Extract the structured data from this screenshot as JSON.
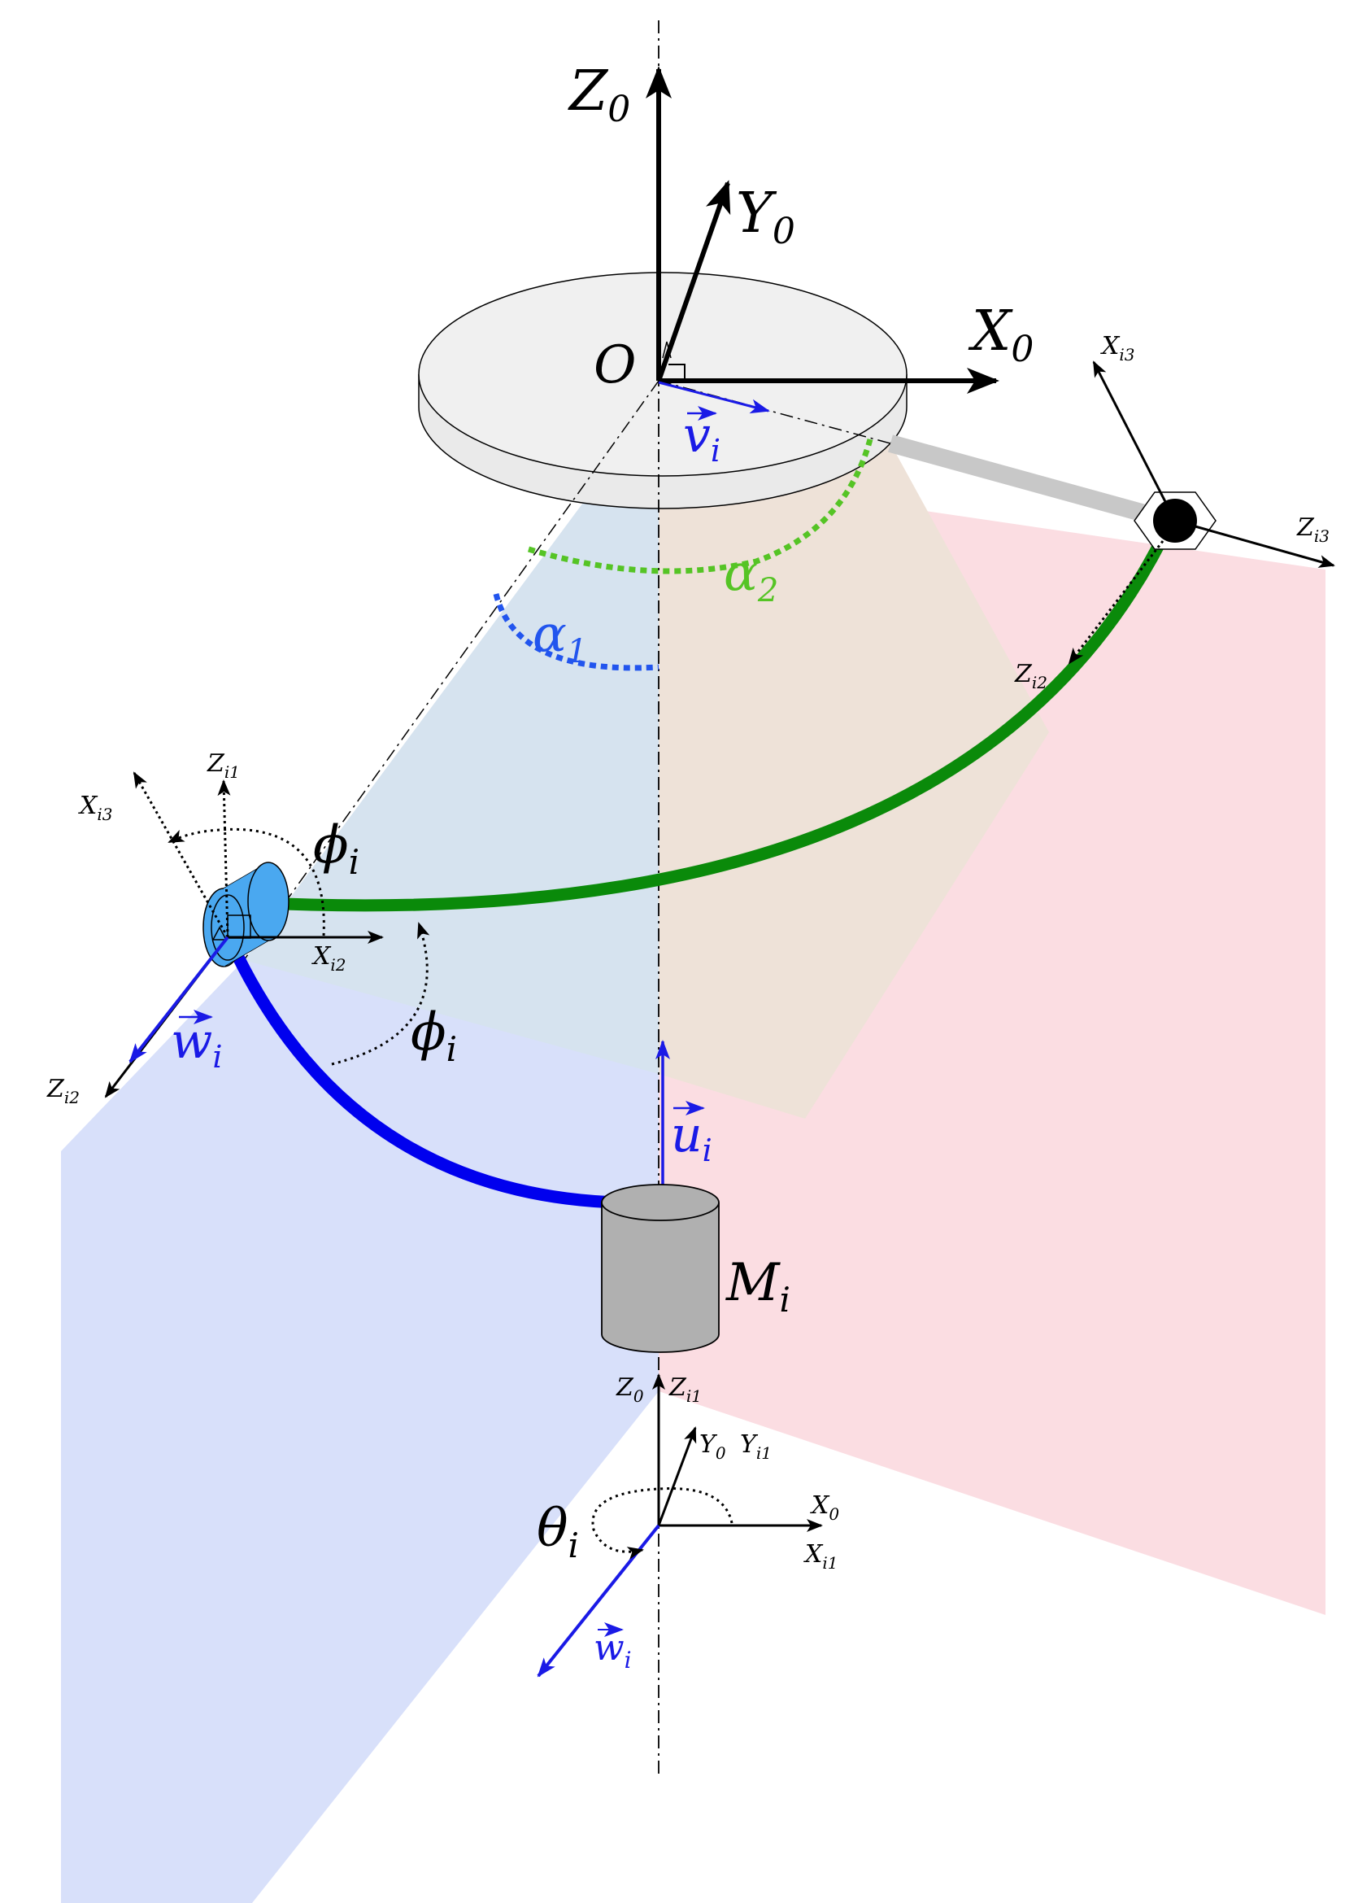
{
  "colors": {
    "blue_plane": "#d8e0fa",
    "red_plane": "#fbdde2",
    "tan_plane": "#eee2d8",
    "lightblue_plane": "#d6e3ef",
    "blue_arm": "#0000ee",
    "green_arm": "#0a8a0a",
    "alpha1": "#2255ee",
    "alpha2": "#55c425",
    "vector_blue": "#1a1ae6",
    "platform": "#f0f0f0",
    "motor": "#b0b0b0",
    "joint": "#4aa8f0"
  },
  "labels": {
    "top_frame": {
      "z0": "Z",
      "z0_sub": "0",
      "y0": "Y",
      "y0_sub": "0",
      "x0": "X",
      "x0_sub": "0",
      "origin": "O"
    },
    "vectors": {
      "v": "v",
      "v_sub": "i",
      "w": "w",
      "w_sub": "i",
      "u": "u",
      "u_sub": "i",
      "w2": "w",
      "w2_sub": "i"
    },
    "angles": {
      "alpha1": "α",
      "alpha1_sub": "1",
      "alpha2": "α",
      "alpha2_sub": "2",
      "phi_top": "ϕ",
      "phi_top_sub": "i",
      "phi_bottom": "ϕ",
      "phi_bottom_sub": "i",
      "theta": "θ",
      "theta_sub": "i"
    },
    "right_joint": {
      "xi3": "X",
      "xi3_sub": "i3",
      "zi3": "Z",
      "zi3_sub": "i3",
      "zi2": "Z",
      "zi2_sub": "i2"
    },
    "left_joint": {
      "zi1": "Z",
      "zi1_sub": "i1",
      "xi3": "X",
      "xi3_sub": "i3",
      "xi2": "X",
      "xi2_sub": "i2",
      "zi2": "Z",
      "zi2_sub": "i2"
    },
    "motor": {
      "m": "M",
      "m_sub": "i"
    },
    "bottom_frame": {
      "z0": "Z",
      "z0_sub": "0",
      "zi1": "Z",
      "zi1_sub": "i1",
      "y0": "Y",
      "y0_sub": "0",
      "yi1": "Y",
      "yi1_sub": "i1",
      "x0": "X",
      "x0_sub": "0",
      "xi1": "X",
      "xi1_sub": "i1"
    }
  }
}
